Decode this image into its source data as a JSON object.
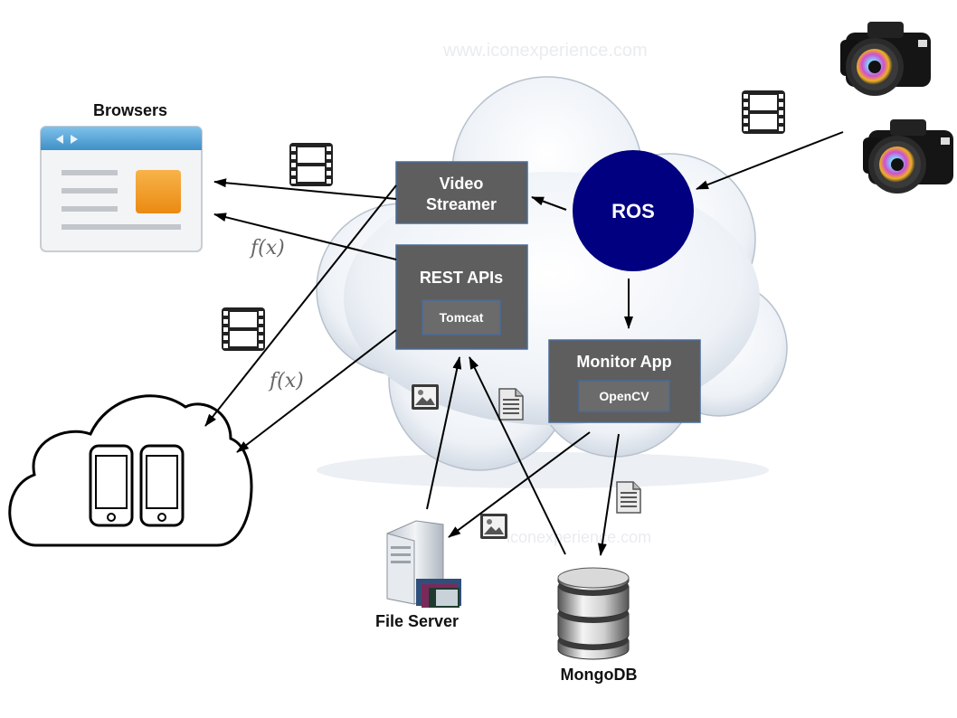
{
  "watermark": {
    "top": "www.iconexperience.com",
    "bottom": "iconexperience.com"
  },
  "browsers": {
    "label": "Browsers"
  },
  "video_streamer": {
    "line1": "Video",
    "line2": "Streamer"
  },
  "rest_apis": {
    "title": "REST APIs",
    "inner": "Tomcat"
  },
  "ros": {
    "label": "ROS"
  },
  "monitor_app": {
    "title": "Monitor App",
    "inner": "OpenCV"
  },
  "file_server": {
    "label": "File Server"
  },
  "mongodb": {
    "label": "MongoDB"
  },
  "function_symbol": {
    "label1": "f(x)",
    "label2": "f(x)"
  },
  "icons": {
    "camera": "camera-icon",
    "film": "film-strip-icon",
    "image": "image-icon",
    "document": "document-icon",
    "browser": "browser-window-icon",
    "phone": "smartphone-icon",
    "server": "server-icon",
    "database": "database-icon"
  },
  "colors": {
    "box_fill": "#5e5e5e",
    "box_border": "#4a6b9a",
    "inner_fill": "#6b6b6b",
    "ros_fill": "#000080",
    "cloud_light": "#eef2f7",
    "browser_blue": "#5aa6d8",
    "orange": "#f39a1e"
  }
}
